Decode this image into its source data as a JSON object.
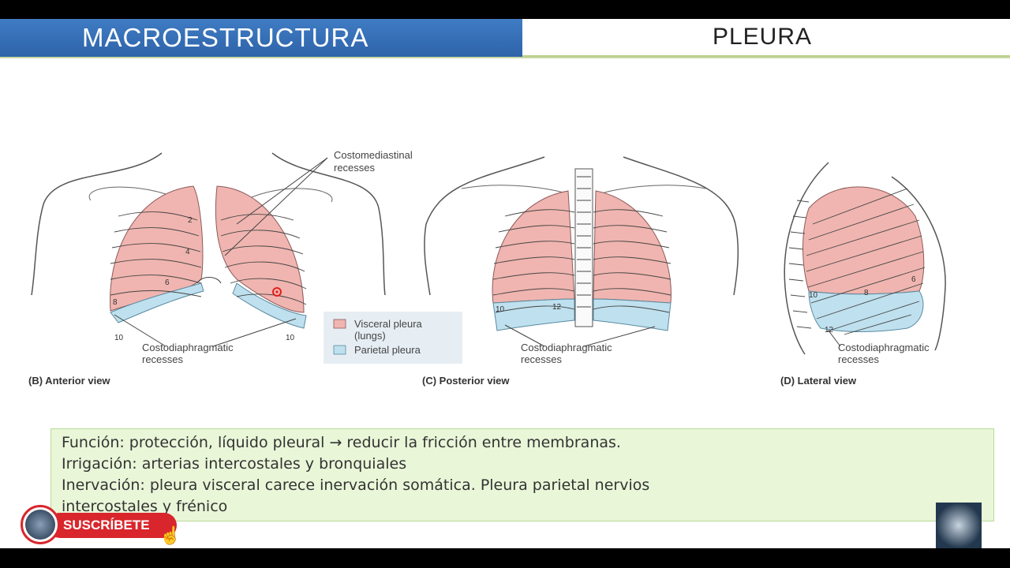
{
  "header": {
    "left_title": "MACROESTRUCTURA",
    "right_title": "PLEURA"
  },
  "figure": {
    "label_costomediastinal_1": "Costomediastinal",
    "label_costomediastinal_2": "recesses",
    "label_costodiaphragmatic_1": "Costodiaphragmatic",
    "label_costodiaphragmatic_2": "recesses",
    "legend_visceral_1": "Visceral pleura",
    "legend_visceral_2": "(lungs)",
    "legend_parietal": "Parietal pleura",
    "caption_anterior": "(B) Anterior view",
    "caption_posterior": "(C) Posterior view",
    "caption_lateral": "(D) Lateral view",
    "num_2": "2",
    "num_4": "4",
    "num_6": "6",
    "num_8": "8",
    "num_10": "10",
    "num_12": "12",
    "colors": {
      "visceral": "#f0b5b0",
      "parietal": "#bfe0ee"
    }
  },
  "info": {
    "line1": "Función: protección, líquido pleural → reducir la fricción entre membranas.",
    "line2": "Irrigación: arterias intercostales y bronquiales",
    "line3": "Inervación: pleura visceral carece inervación somática. Pleura parietal nervios",
    "line4": "intercostales y frénico"
  },
  "subscribe": {
    "label": "SUSCRÍBETE",
    "icon": "avatar-icon"
  },
  "logo": {
    "icon": "channel-logo-icon"
  }
}
